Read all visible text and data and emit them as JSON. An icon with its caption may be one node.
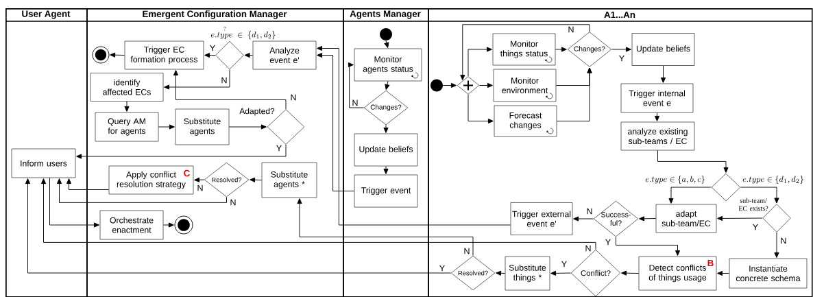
{
  "diagram": {
    "nodes": [
      {
        "text": [
          "User Agent"
        ]
      },
      {
        "text": [
          "Emergent Configuration Manager"
        ]
      },
      {
        "text": [
          "Agents Manager"
        ]
      },
      {
        "text": [
          "A1...An"
        ]
      },
      {
        "text": [
          "Inform users"
        ],
        "in": 0
      },
      {
        "text": [],
        "shape": "circle",
        "in": 1
      },
      {
        "text": [
          "Trigger EC formation process"
        ],
        "in": 1
      },
      {
        "text": [
          "e.\\overset{?}{type} \\in \\{d_1, d_2\\}"
        ],
        "in": 1
      },
      {
        "text": [
          "Analyze event e'"
        ],
        "in": 1
      },
      {
        "text": [
          "identify affected ECs"
        ],
        "in": 1
      },
      {
        "text": [
          "Query AM for agents"
        ],
        "in": 1
      },
      {
        "text": [
          "Substitute agents"
        ],
        "in": 1
      },
      {
        "text": [
          "Adapted?"
        ],
        "in": 1
      },
      {
        "text": [
          "Apply conflict resolution strategy",
          "C"
        ],
        "in": 1
      },
      {
        "text": [
          "Resolved?"
        ],
        "in": 1
      },
      {
        "text": [
          "Substitute agents *"
        ],
        "in": 1
      },
      {
        "text": [
          "Orchestrate enactment"
        ],
        "in": 1
      },
      {
        "text": [],
        "shape": "circle",
        "in": 1
      },
      {
        "text": [],
        "shape": "circle",
        "in": 2
      },
      {
        "text": [
          "Monitor agents status"
        ],
        "in": 2
      },
      {
        "text": [
          "Changes?"
        ],
        "in": 2
      },
      {
        "text": [
          "Update beliefs"
        ],
        "in": 2
      },
      {
        "text": [
          "Trigger event"
        ],
        "in": 2
      },
      {
        "text": [],
        "shape": "circle",
        "in": 3
      },
      {
        "text": [],
        "shape": "diamond",
        "in": 3
      },
      {
        "text": [
          "Monitor things status"
        ],
        "in": 3
      },
      {
        "text": [
          "Changes?"
        ],
        "in": 3
      },
      {
        "text": [
          "Monitor environment"
        ],
        "in": 3
      },
      {
        "text": [
          "Forecast changes"
        ],
        "in": 3
      },
      {
        "text": [
          "Update beliefs"
        ],
        "in": 3
      },
      {
        "text": [
          "Trigger internal event e"
        ],
        "in": 3
      },
      {
        "text": [
          "analyze existing sub-teams / EC"
        ],
        "in": 3
      },
      {
        "text": [],
        "shape": "diamond",
        "in": 3
      },
      {
        "text": [
          "sub-team/ EC exists?"
        ],
        "in": 3
      },
      {
        "text": [
          "adapt sub-team/EC"
        ],
        "in": 3
      },
      {
        "text": [
          "Success- ful?"
        ],
        "in": 3
      },
      {
        "text": [
          "Trigger external event e'"
        ],
        "in": 3
      },
      {
        "text": [
          "Instantiate concrete schema"
        ],
        "in": 3
      },
      {
        "text": [
          "Detect conflicts of things usage",
          "B"
        ],
        "in": 3
      },
      {
        "text": [
          "Conflict?"
        ],
        "in": 3
      },
      {
        "text": [
          "Substitute things *"
        ],
        "in": 3
      },
      {
        "text": [
          "Resolved?"
        ],
        "in": 3
      }
    ],
    "edges": [
      {
        "from": 7,
        "to": 6,
        "arrow": "to",
        "label": "Y"
      },
      {
        "from": 6,
        "to": 5,
        "arrow": "to"
      },
      {
        "from": 8,
        "to": 7,
        "arrow": "to"
      },
      {
        "from": 7,
        "to": 9,
        "arrow": "to",
        "label": "N"
      },
      {
        "from": 9,
        "to": 10,
        "arrow": "to"
      },
      {
        "from": 10,
        "to": 11,
        "arrow": "to"
      },
      {
        "from": 11,
        "to": 12,
        "arrow": "to"
      },
      {
        "from": 12,
        "to": 6,
        "arrow": "to",
        "label": "N"
      },
      {
        "from": 12,
        "to": 4,
        "arrow": "to",
        "label": "Y"
      },
      {
        "from": 15,
        "to": 14,
        "arrow": "to"
      },
      {
        "from": 14,
        "to": 13,
        "arrow": "to",
        "label": "N"
      },
      {
        "from": 14,
        "to": 4,
        "arrow": "to",
        "label": "N"
      },
      {
        "from": 13,
        "to": 4,
        "arrow": "to"
      },
      {
        "from": 4,
        "to": 16,
        "arrow": "to"
      },
      {
        "from": 16,
        "to": 17,
        "arrow": "to"
      },
      {
        "from": 18,
        "to": 19,
        "arrow": "to"
      },
      {
        "from": 19,
        "to": 20,
        "arrow": "to"
      },
      {
        "from": 20,
        "to": 19,
        "arrow": "to",
        "label": "N"
      },
      {
        "from": 20,
        "to": 21,
        "arrow": "to"
      },
      {
        "from": 21,
        "to": 22,
        "arrow": "to"
      },
      {
        "from": 22,
        "to": 8,
        "arrow": "to"
      },
      {
        "from": 36,
        "to": 8,
        "arrow": "to"
      },
      {
        "from": 23,
        "to": 24,
        "arrow": "to"
      },
      {
        "from": 24,
        "to": 25,
        "arrow": "to"
      },
      {
        "from": 24,
        "to": 27,
        "arrow": "to"
      },
      {
        "from": 24,
        "to": 28,
        "arrow": "to"
      },
      {
        "from": 25,
        "to": 26,
        "arrow": "to"
      },
      {
        "from": 27,
        "to": 26,
        "arrow": "to"
      },
      {
        "from": 28,
        "to": 26,
        "arrow": "to"
      },
      {
        "from": 26,
        "to": 29,
        "arrow": "to",
        "label": "Y"
      },
      {
        "from": 26,
        "to": 24,
        "arrow": "to",
        "label": "N"
      },
      {
        "from": 29,
        "to": 30,
        "arrow": "to"
      },
      {
        "from": 30,
        "to": 31,
        "arrow": "to"
      },
      {
        "from": 31,
        "to": 32,
        "arrow": "to"
      },
      {
        "from": 32,
        "to": 34,
        "arrow": "to",
        "label": "e.type \\in \\{a, b, c\\}"
      },
      {
        "from": 32,
        "to": 33,
        "arrow": "to",
        "label": "e.type \\in \\{d_1, d_2\\}"
      },
      {
        "from": 33,
        "to": 34,
        "arrow": "to",
        "label": "Y"
      },
      {
        "from": 33,
        "to": 37,
        "arrow": "to",
        "label": "N"
      },
      {
        "from": 34,
        "to": 35,
        "arrow": "to"
      },
      {
        "from": 35,
        "to": 36,
        "arrow": "to",
        "label": "N"
      },
      {
        "from": 35,
        "to": 38,
        "arrow": "to",
        "label": "Y"
      },
      {
        "from": 37,
        "to": 38,
        "arrow": "to"
      },
      {
        "from": 38,
        "to": 39,
        "arrow": "to"
      },
      {
        "from": 39,
        "to": 40,
        "arrow": "to",
        "label": "Y"
      },
      {
        "from": 39,
        "to": 4,
        "arrow": "to",
        "label": "N"
      },
      {
        "from": 41,
        "to": 15,
        "arrow": "to",
        "label": "N"
      },
      {
        "from": 40,
        "to": 41,
        "arrow": "to"
      },
      {
        "from": 41,
        "to": 4,
        "arrow": "to",
        "label": "Y"
      }
    ]
  }
}
